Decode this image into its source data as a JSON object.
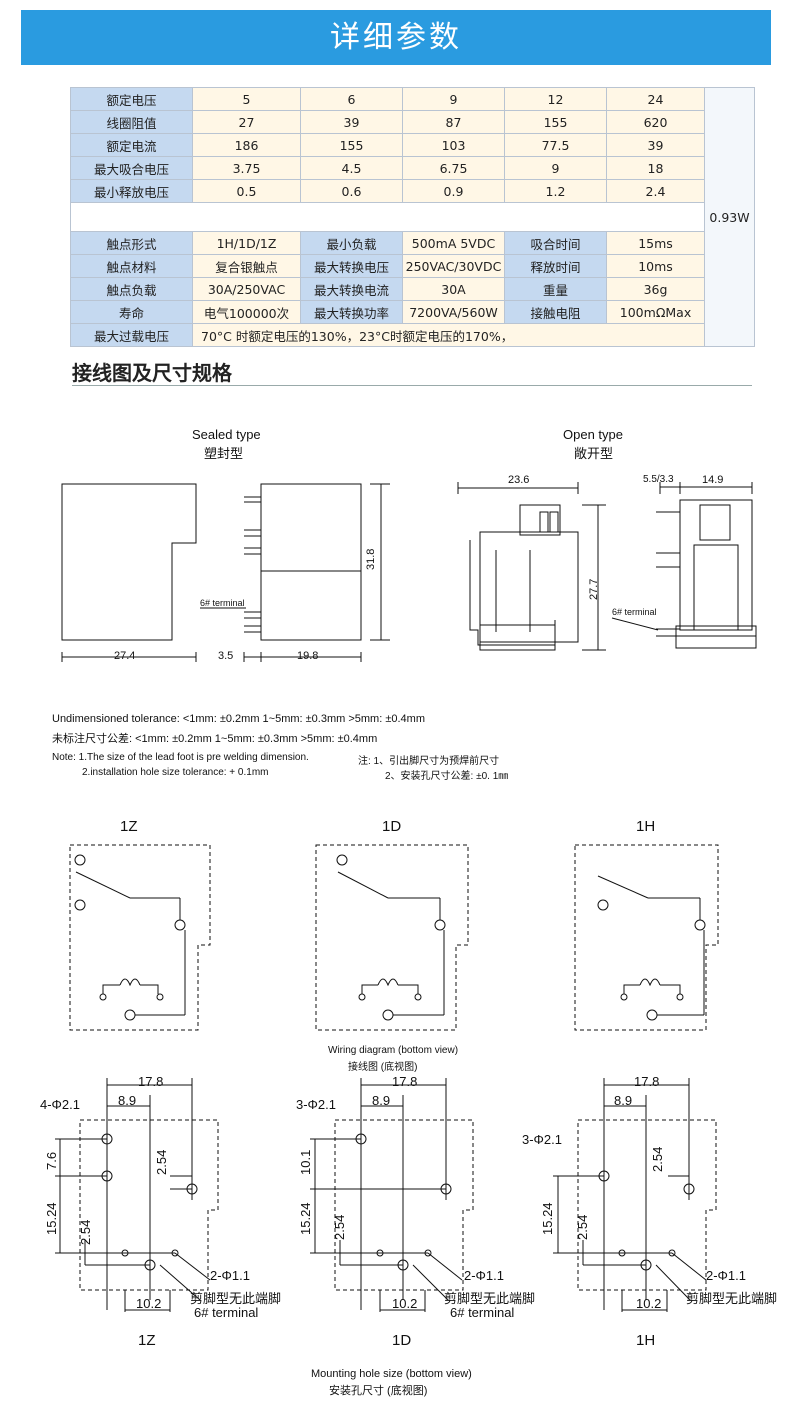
{
  "banner": {
    "title": "详细参数"
  },
  "table": {
    "rows1": [
      {
        "label": "额定电压",
        "values": [
          "5",
          "6",
          "9",
          "12",
          "24"
        ]
      },
      {
        "label": "线圈阻值",
        "values": [
          "27",
          "39",
          "87",
          "155",
          "620"
        ]
      },
      {
        "label": "额定电流",
        "values": [
          "186",
          "155",
          "103",
          "77.5",
          "39"
        ]
      },
      {
        "label": "最大吸合电压",
        "values": [
          "3.75",
          "4.5",
          "6.75",
          "9",
          "18"
        ]
      },
      {
        "label": "最小释放电压",
        "values": [
          "0.5",
          "0.6",
          "0.9",
          "1.2",
          "2.4"
        ]
      }
    ],
    "power": "0.93W",
    "rows2": [
      [
        "触点形式",
        "1H/1D/1Z",
        "最小负载",
        "500mA 5VDC",
        "吸合时间",
        "15ms"
      ],
      [
        "触点材料",
        "复合银触点",
        "最大转换电压",
        "250VAC/30VDC",
        "释放时间",
        "10ms"
      ],
      [
        "触点负载",
        "30A/250VAC",
        "最大转换电流",
        "30A",
        "重量",
        "36g"
      ],
      [
        "寿命",
        "电气100000次",
        "最大转换功率",
        "7200VA/560W",
        "接触电阻",
        "100mΩMax"
      ]
    ],
    "overload_label": "最大过载电压",
    "overload_text": "70°C 时额定电压的130%，23°C时额定电压的170%，"
  },
  "section_title": "接线图及尺寸规格",
  "types": {
    "sealed_en": "Sealed type",
    "sealed_cn": "塑封型",
    "open_en": "Open type",
    "open_cn": "敞开型"
  },
  "dims": {
    "w274": "27.4",
    "w35": "3.5",
    "w198": "19.8",
    "h318": "31.8",
    "terminal": "6# terminal",
    "w236": "23.6",
    "h277": "27.7",
    "w55": "5.5/3.3",
    "w149": "14.9",
    "terminal2": "6# terminal"
  },
  "tolerance": {
    "en": "Undimensioned tolerance: <1mm: ±0.2mm  1~5mm: ±0.3mm  >5mm: ±0.4mm",
    "cn": "未标注尺寸公差: <1mm: ±0.2mm  1~5mm: ±0.3mm  >5mm: ±0.4mm",
    "note1_en": "Note: 1.The size of the lead foot is pre welding dimension.",
    "note2_en": "2.installation hole size tolerance: + 0.1mm",
    "note1_cn": "注: 1、引出脚尺寸为预焊前尺寸",
    "note2_cn": "2、安装孔尺寸公差: ±0. 1㎜"
  },
  "wiring": {
    "labels": [
      "1Z",
      "1D",
      "1H"
    ],
    "caption_en": "Wiring diagram (bottom view)",
    "caption_cn": "接线图 (底视图)"
  },
  "mounting": {
    "labels": [
      "1Z",
      "1D",
      "1H"
    ],
    "d178": "17.8",
    "d89": "8.9",
    "d254": "2.54",
    "d76": "7.6",
    "d101": "10.1",
    "d1524": "15.24",
    "d102": "10.2",
    "holes_1z": "4-Φ2.1",
    "holes_1d": "3-Φ2.1",
    "holes_1h": "3-Φ2.1",
    "small": "2-Φ1.1",
    "cut": "剪脚型无此端脚",
    "term": "6# terminal",
    "caption_en": "Mounting hole size (bottom view)",
    "caption_cn": "安装孔尺寸 (底视图)"
  }
}
